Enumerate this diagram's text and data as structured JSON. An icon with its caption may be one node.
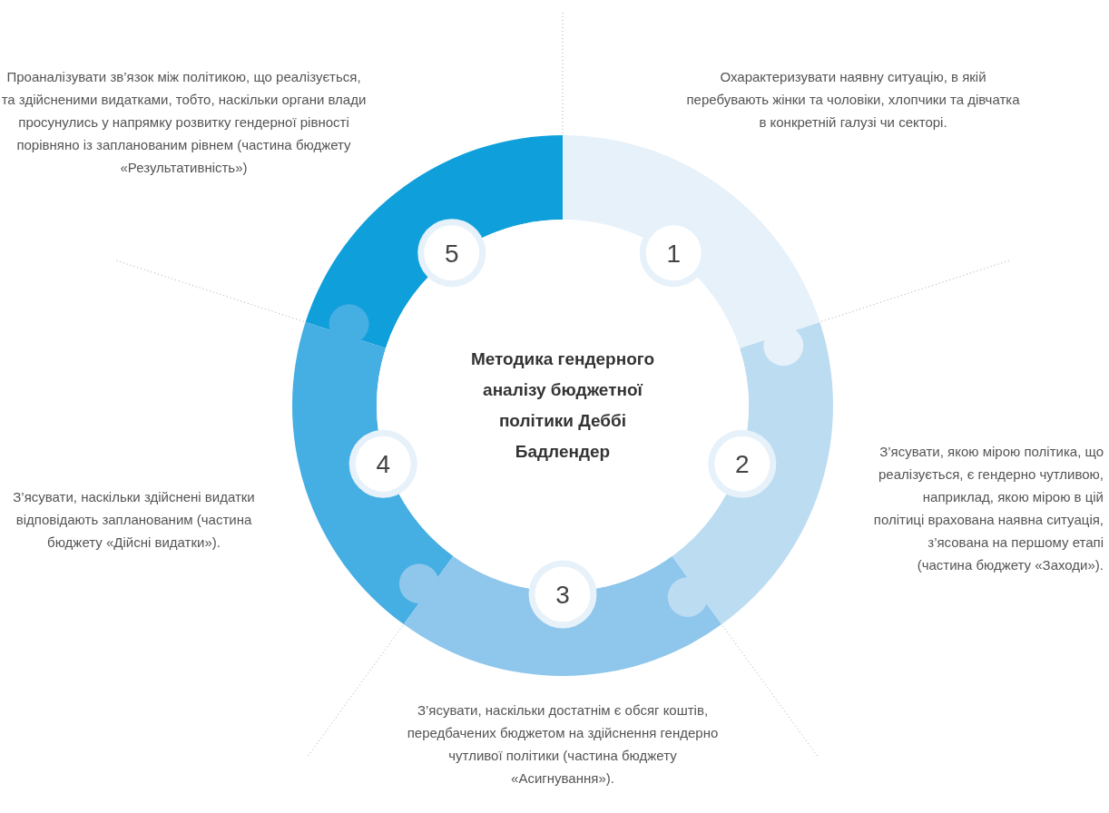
{
  "diagram": {
    "nodes": [
      {
        "text": [
          "Методика гендерного аналізу бюджетної політики Деббі Бадлендер"
        ]
      },
      {
        "text": [
          "1"
        ],
        "beside": [
          "Охарактеризувати наявну ситуацію, в якій перебувають жінки та чоловіки, хлопчики та дівчатка в конкретній галузі чи секторі."
        ]
      },
      {
        "text": [
          "2"
        ],
        "beside": [
          "З’ясувати, якою мірою політика, що реалізується, є гендерно чутливою, наприклад, якою мірою в цій політиці врахована наявна ситуація, з’ясована на першому етапі (частина бюджету «Заходи»)."
        ]
      },
      {
        "text": [
          "3"
        ],
        "beside": [
          "З’ясувати, наскільки достатнім є обсяг коштів, передбачених бюджетом на здійснення гендерно чутливої політики (частина бюджету «Асигнування»)."
        ]
      },
      {
        "text": [
          "4"
        ],
        "beside": [
          "З’ясувати, наскільки здійснені видатки відповідають запланованим (частина бюджету «Дійсні видатки»)."
        ]
      },
      {
        "text": [
          "5"
        ],
        "beside": [
          "Проаналізувати зв’язок між політикою, що реалізується, та здійсненими видатками, тобто, наскільки органи влади просунулись у напрямку розвитку гендерної рівності порівняно із запланованим рівнем (частина бюджету «Результативність»)"
        ]
      }
    ]
  }
}
